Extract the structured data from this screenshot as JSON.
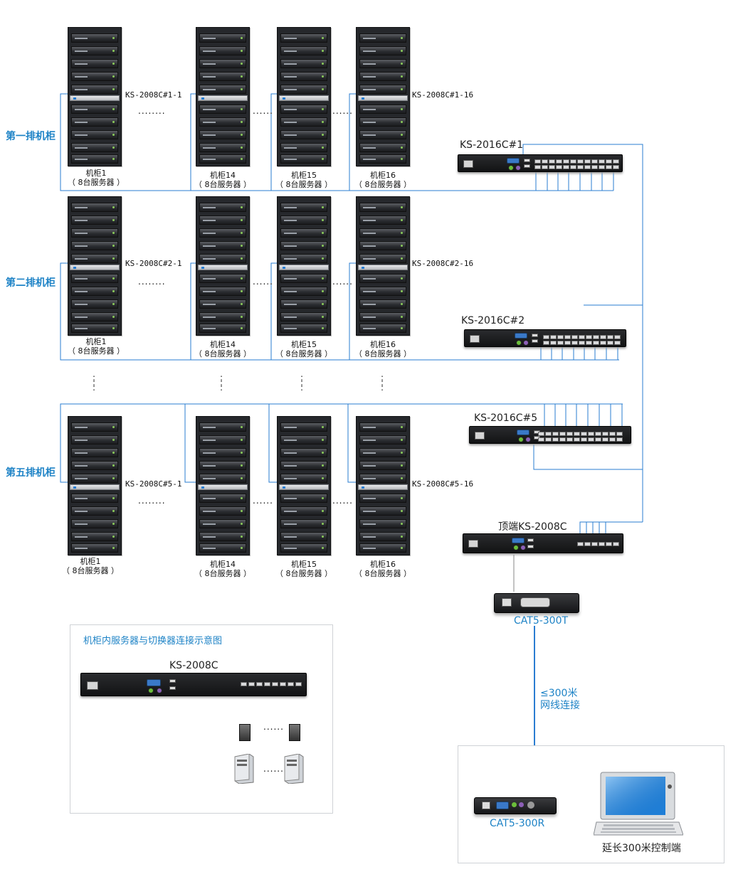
{
  "rows": [
    {
      "label": "第一排机柜",
      "kvm_first": "KS-2008C#1-1",
      "kvm_last": "KS-2008C#1-16",
      "switch": "KS-2016C#1"
    },
    {
      "label": "第二排机柜",
      "kvm_first": "KS-2008C#2-1",
      "kvm_last": "KS-2008C#2-16",
      "switch": "KS-2016C#2"
    },
    {
      "label": "第五排机柜",
      "kvm_first": "KS-2008C#5-1",
      "kvm_last": "KS-2008C#5-16",
      "switch": "KS-2016C#5"
    }
  ],
  "cabinets": [
    {
      "name": "机柜1",
      "servers": "（ 8台服务器 ）"
    },
    {
      "name": "机柜14",
      "servers": "（ 8台服务器 ）"
    },
    {
      "name": "机柜15",
      "servers": "（ 8台服务器 ）"
    },
    {
      "name": "机柜16",
      "servers": "（ 8台服务器 ）"
    }
  ],
  "dots_h": "........",
  "dots_h_short": "......",
  "dots_v": ":\n:\n:",
  "top_switch": "顶端KS-2008C",
  "transmitter": "CAT5-300T",
  "cable": {
    "line1": "≤300米",
    "line2": "网线连接"
  },
  "receiver": "CAT5-300R",
  "console": "延长300米控制端",
  "inset": {
    "title": "机柜内服务器与切换器连接示意图",
    "device": "KS-2008C",
    "dots": "......"
  },
  "colors": {
    "accent": "#1e83c6",
    "cable": "#2a7dd1"
  }
}
